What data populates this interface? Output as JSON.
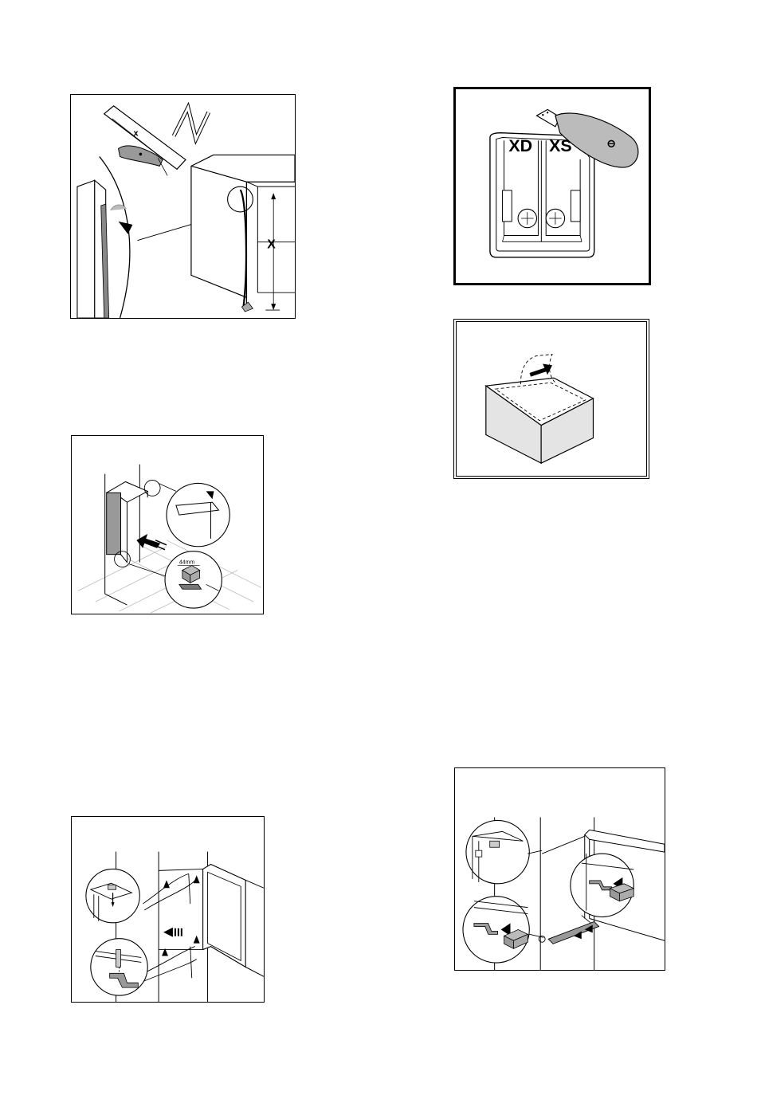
{
  "figures": {
    "measure": {
      "label_small_x": "x",
      "label_big_x": "X"
    },
    "hinge_cover": {
      "left_mark": "XD",
      "right_mark": "XS"
    },
    "install": {
      "gap_label": "44mm"
    }
  }
}
